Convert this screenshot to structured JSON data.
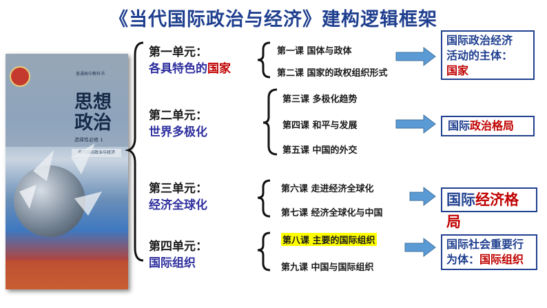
{
  "title": "《当代国际政治与经济》建构逻辑框架",
  "cover": {
    "series": "普通高中教科书",
    "title_line1": "思想",
    "title_line2": "政治",
    "subtitle": "选择性必修 1",
    "book_name": "当代国际政治与经济"
  },
  "units": [
    {
      "label": "第一单元：",
      "sub_prefix": "各具特色的",
      "sub_red": "国家",
      "lessons": [
        "第一课  国体与政体",
        "第二课  国家的政权组织形式"
      ]
    },
    {
      "label": "第二单元：",
      "sub_prefix": "世界多极化",
      "sub_red": "",
      "lessons": [
        "第三课  多极化趋势",
        "第四课  和平与发展",
        "第五课  中国的外交"
      ]
    },
    {
      "label": "第三单元：",
      "sub_prefix": "经济全球化",
      "sub_red": "",
      "lessons": [
        "第六课  走进经济全球化",
        "第七课  经济全球化与中国"
      ]
    },
    {
      "label": "第四单元：",
      "sub_prefix": "国际组织",
      "sub_red": "",
      "lessons": [
        "第八课  主要的国际组织",
        "第九课  中国与国际组织"
      ]
    }
  ],
  "boxes": [
    {
      "line1": "国际政治经济",
      "line2": "活动的主体：",
      "red": "国家"
    },
    {
      "prefix": "国际",
      "red": "政治格局"
    },
    {
      "prefix": "国际",
      "red": "经济格局"
    },
    {
      "line1": "国际社会重要行",
      "line2_prefix": "为体：",
      "red": "国际组织"
    }
  ],
  "colors": {
    "title": "#1f3f8f",
    "accent_red": "#c00000",
    "arrow": "#5b9bd5",
    "highlight": "#ffff00"
  }
}
